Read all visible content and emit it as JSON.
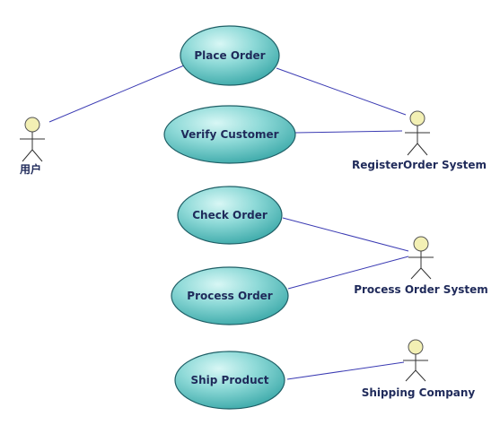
{
  "diagram": {
    "use_cases": [
      {
        "id": "place_order",
        "label": "Place Order"
      },
      {
        "id": "verify_customer",
        "label": "Verify Customer"
      },
      {
        "id": "check_order",
        "label": "Check Order"
      },
      {
        "id": "process_order",
        "label": "Process Order"
      },
      {
        "id": "ship_product",
        "label": "Ship Product"
      }
    ],
    "actors": [
      {
        "id": "user",
        "label": "用户"
      },
      {
        "id": "register_order_system",
        "label": "RegisterOrder System"
      },
      {
        "id": "process_order_system",
        "label": "Process Order System"
      },
      {
        "id": "shipping_company",
        "label": "Shipping Company"
      }
    ],
    "associations": [
      {
        "from": "user",
        "to": "place_order"
      },
      {
        "from": "register_order_system",
        "to": "place_order"
      },
      {
        "from": "register_order_system",
        "to": "verify_customer"
      },
      {
        "from": "process_order_system",
        "to": "check_order"
      },
      {
        "from": "process_order_system",
        "to": "process_order"
      },
      {
        "from": "shipping_company",
        "to": "ship_product"
      }
    ],
    "colors": {
      "usecase_fill_light": "#c9f2f0",
      "usecase_fill_dark": "#3fb0b0",
      "usecase_stroke": "#1f5f66",
      "line": "#3b3bb3",
      "actor_head": "#f3f0b4",
      "text": "#1f2a5a"
    }
  }
}
